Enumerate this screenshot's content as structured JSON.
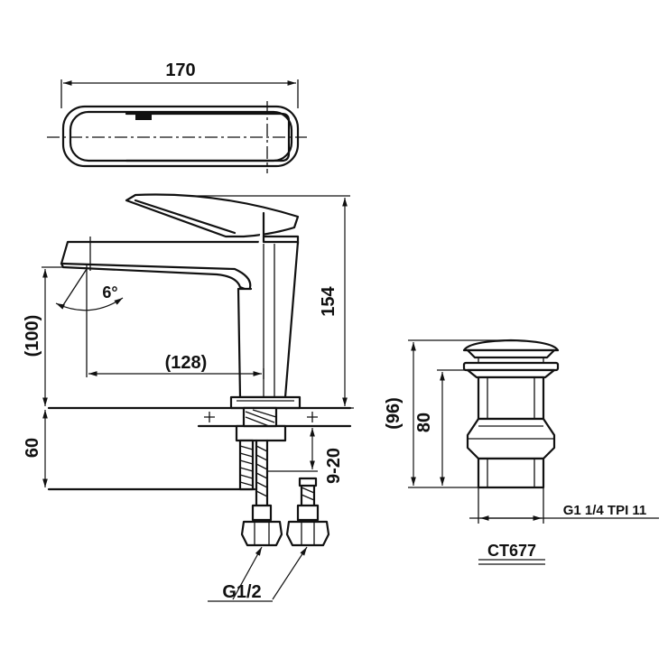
{
  "drawing": {
    "faucet": {
      "width_label": "170",
      "height_label": "154",
      "reach_label": "(128)",
      "spout_height_label": "(100)",
      "angle_label": "6°",
      "below_deck_label": "60",
      "deck_thickness_label": "9-20",
      "thread_label": "G1/2"
    },
    "drain": {
      "total_label": "(96)",
      "body_label": "80",
      "thread_label": "G1 1/4 TPI 11",
      "model_label": "CT677"
    }
  }
}
